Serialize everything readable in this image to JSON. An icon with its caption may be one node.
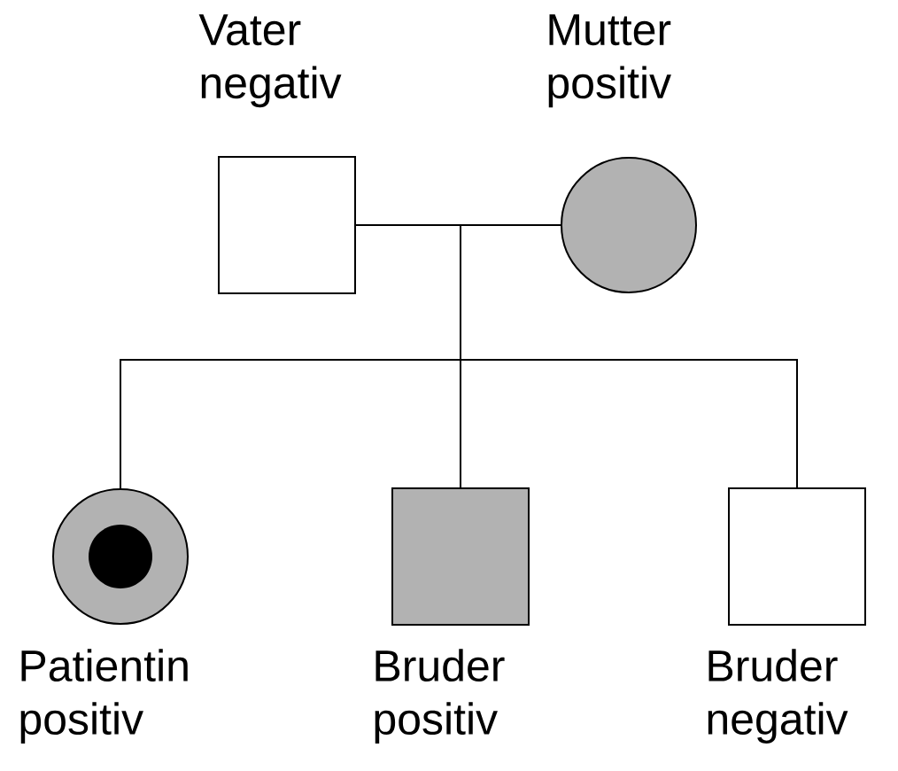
{
  "diagram": {
    "nodes": [
      {
        "text": [
          "Vater negativ"
        ]
      },
      {
        "text": [
          "Mutter positiv"
        ]
      },
      {
        "text": [
          "Patientin positiv"
        ]
      },
      {
        "text": [
          "Bruder positiv"
        ]
      },
      {
        "text": [
          "Bruder negativ"
        ]
      }
    ],
    "edges": [
      {
        "from": 0,
        "to": 1,
        "arrow": "none"
      },
      {
        "from": null,
        "to": 2,
        "arrow": "none"
      },
      {
        "from": null,
        "to": 3,
        "arrow": "none"
      },
      {
        "from": null,
        "to": 4,
        "arrow": "none"
      }
    ]
  }
}
